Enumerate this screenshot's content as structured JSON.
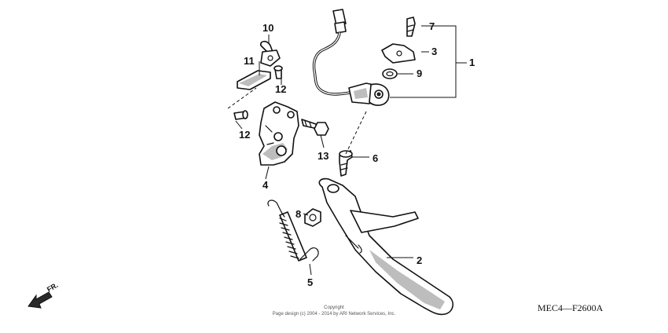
{
  "diagram": {
    "code": "MEC4—F2600A",
    "copyright_line1": "Copyright",
    "copyright_line2": "Page design (c) 2004 - 2014 by ARI Network Services, Inc.",
    "direction_label": "FR.",
    "callouts": {
      "c1": "1",
      "c2": "2",
      "c3": "3",
      "c4": "4",
      "c5": "5",
      "c6": "6",
      "c7": "7",
      "c8": "8",
      "c9": "9",
      "c10": "10",
      "c11": "11",
      "c12a": "12",
      "c12b": "12",
      "c13": "13"
    }
  }
}
